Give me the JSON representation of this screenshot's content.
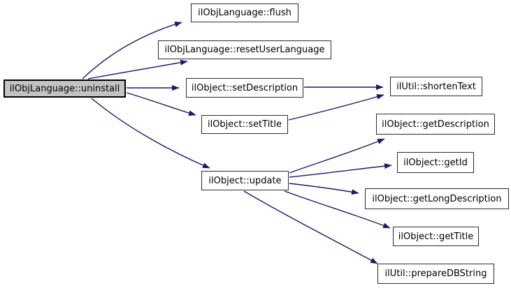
{
  "graph": {
    "type": "call-graph",
    "nodes": {
      "uninstall": {
        "label": "ilObjLanguage::uninstall",
        "highlighted": true
      },
      "flush": {
        "label": "ilObjLanguage::flush",
        "highlighted": false
      },
      "resetUserLanguage": {
        "label": "ilObjLanguage::resetUserLanguage",
        "highlighted": false
      },
      "setDescription": {
        "label": "ilObject::setDescription",
        "highlighted": false
      },
      "setTitle": {
        "label": "ilObject::setTitle",
        "highlighted": false
      },
      "update": {
        "label": "ilObject::update",
        "highlighted": false
      },
      "shortenText": {
        "label": "ilUtil::shortenText",
        "highlighted": false
      },
      "getDescription": {
        "label": "ilObject::getDescription",
        "highlighted": false
      },
      "getId": {
        "label": "ilObject::getId",
        "highlighted": false
      },
      "getLongDescription": {
        "label": "ilObject::getLongDescription",
        "highlighted": false
      },
      "getTitle": {
        "label": "ilObject::getTitle",
        "highlighted": false
      },
      "prepareDBString": {
        "label": "ilUtil::prepareDBString",
        "highlighted": false
      }
    },
    "edges": [
      {
        "from": "ilObjLanguage::uninstall",
        "to": "ilObjLanguage::flush"
      },
      {
        "from": "ilObjLanguage::uninstall",
        "to": "ilObjLanguage::resetUserLanguage"
      },
      {
        "from": "ilObjLanguage::uninstall",
        "to": "ilObject::setDescription"
      },
      {
        "from": "ilObjLanguage::uninstall",
        "to": "ilObject::setTitle"
      },
      {
        "from": "ilObjLanguage::uninstall",
        "to": "ilObject::update"
      },
      {
        "from": "ilObject::setDescription",
        "to": "ilUtil::shortenText"
      },
      {
        "from": "ilObject::setTitle",
        "to": "ilUtil::shortenText"
      },
      {
        "from": "ilObject::update",
        "to": "ilObject::getDescription"
      },
      {
        "from": "ilObject::update",
        "to": "ilObject::getId"
      },
      {
        "from": "ilObject::update",
        "to": "ilObject::getLongDescription"
      },
      {
        "from": "ilObject::update",
        "to": "ilObject::getTitle"
      },
      {
        "from": "ilObject::update",
        "to": "ilUtil::prepareDBString"
      }
    ],
    "colors": {
      "edge": "#191970",
      "node_fill": "#ffffff",
      "node_border": "#2b2b2b",
      "highlight_fill": "#c3c3c3",
      "text": "#000000",
      "background": "#ffffff"
    }
  }
}
